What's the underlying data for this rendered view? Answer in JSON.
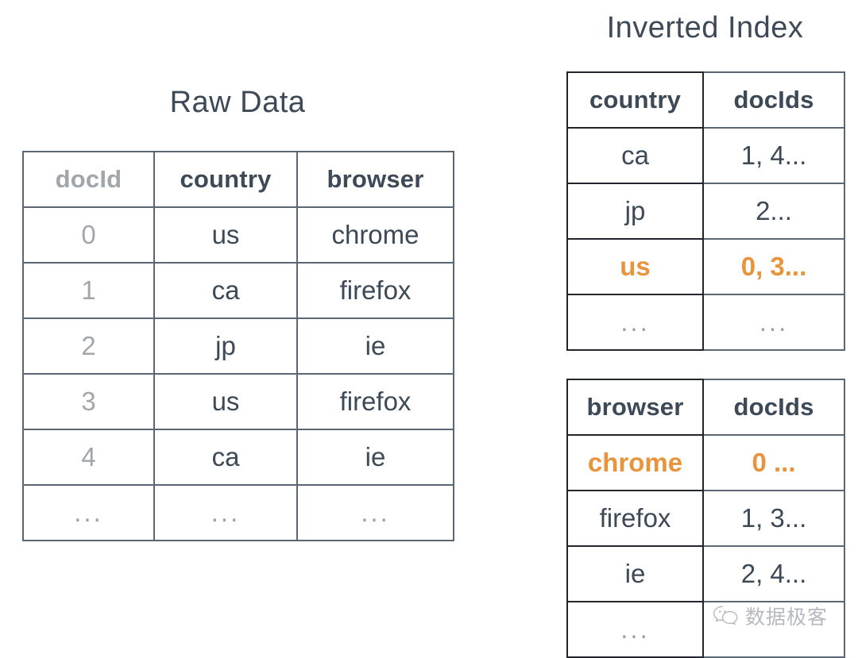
{
  "colors": {
    "text": "#3d4957",
    "muted": "#a2a6ac",
    "highlight": "#e8943c",
    "border": "#5b6675",
    "border_dark": "#22262c",
    "background": "#ffffff"
  },
  "raw_data": {
    "title": "Raw Data",
    "columns": [
      "docId",
      "country",
      "browser"
    ],
    "rows": [
      [
        "0",
        "us",
        "chrome"
      ],
      [
        "1",
        "ca",
        "firefox"
      ],
      [
        "2",
        "jp",
        "ie"
      ],
      [
        "3",
        "us",
        "firefox"
      ],
      [
        "4",
        "ca",
        "ie"
      ],
      [
        "...",
        "...",
        "..."
      ]
    ]
  },
  "inverted_index": {
    "title": "Inverted Index",
    "country_table": {
      "columns": [
        "country",
        "docIds"
      ],
      "rows": [
        {
          "key": "ca",
          "value": "1, 4...",
          "highlight": false
        },
        {
          "key": "jp",
          "value": "2...",
          "highlight": false
        },
        {
          "key": "us",
          "value": "0, 3...",
          "highlight": true
        },
        {
          "key": "...",
          "value": "...",
          "highlight": false
        }
      ]
    },
    "browser_table": {
      "columns": [
        "browser",
        "docIds"
      ],
      "rows": [
        {
          "key": "chrome",
          "value": "0 ...",
          "highlight": true
        },
        {
          "key": "firefox",
          "value": "1, 3...",
          "highlight": false
        },
        {
          "key": "ie",
          "value": "2, 4...",
          "highlight": false
        },
        {
          "key": "...",
          "value": "",
          "highlight": false
        }
      ]
    }
  },
  "watermark": {
    "text": "数据极客",
    "icon": "wechat-icon"
  }
}
